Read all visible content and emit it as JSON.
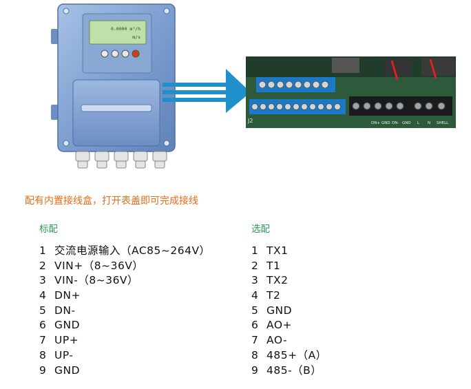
{
  "caption": "配有内置接线盒，打开表盖即可完成接线",
  "standard": {
    "title": "标配",
    "items": [
      {
        "num": "1",
        "label": "交流电源输入（AC85~264V）"
      },
      {
        "num": "2",
        "label": "VIN+（8~36V）"
      },
      {
        "num": "3",
        "label": "VIN-（8~36V）"
      },
      {
        "num": "4",
        "label": "DN+"
      },
      {
        "num": "5",
        "label": "DN-"
      },
      {
        "num": "6",
        "label": "GND"
      },
      {
        "num": "7",
        "label": "UP+"
      },
      {
        "num": "8",
        "label": "UP-"
      },
      {
        "num": "9",
        "label": "GND"
      }
    ]
  },
  "optional": {
    "title": "选配",
    "items": [
      {
        "num": "1",
        "label": "TX1"
      },
      {
        "num": "2",
        "label": "T1"
      },
      {
        "num": "3",
        "label": "TX2"
      },
      {
        "num": "4",
        "label": "T2"
      },
      {
        "num": "5",
        "label": "GND"
      },
      {
        "num": "6",
        "label": "AO+"
      },
      {
        "num": "7",
        "label": "AO-"
      },
      {
        "num": "8",
        "label": "485+（A）"
      },
      {
        "num": "9",
        "label": "485-（B）"
      }
    ]
  },
  "device_display": {
    "line1": "0.0000 m³/h",
    "line2": "m/s"
  },
  "board_labels": {
    "connector": "J2",
    "right_terminals": [
      "DN+",
      "GND",
      "DN-",
      "GND",
      "L",
      "N",
      "SHELL"
    ]
  },
  "colors": {
    "caption": "#e46d17",
    "column_title": "#2f9d57",
    "arrow": "#1f90cc",
    "device_body": "#7d9fd0",
    "terminal_blue": "#1c78c8"
  }
}
